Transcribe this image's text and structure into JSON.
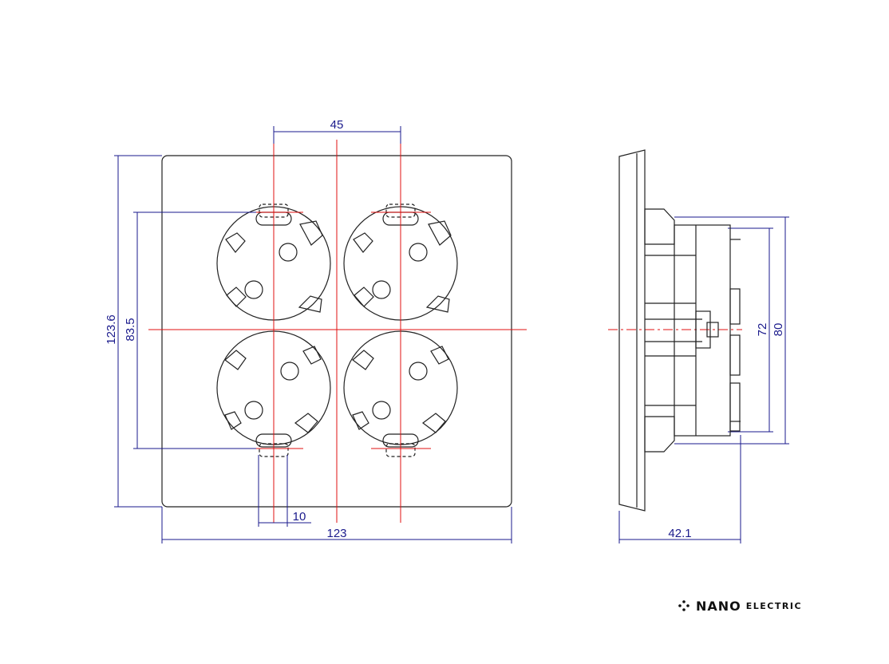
{
  "colors": {
    "outline": "#222222",
    "dimension": "#1a1a8c",
    "centerline": "#e01010"
  },
  "dimensions": {
    "center_spacing": "45",
    "slot_width": "10",
    "plate_width": "123",
    "plate_height": "123.6",
    "socket_span": "83.5",
    "depth": "42.1",
    "body_height_inner": "72",
    "body_height_outer": "80"
  },
  "logo": {
    "brand": "NANO",
    "subtitle": "ELECTRIC",
    "icon": "dots-icon"
  }
}
